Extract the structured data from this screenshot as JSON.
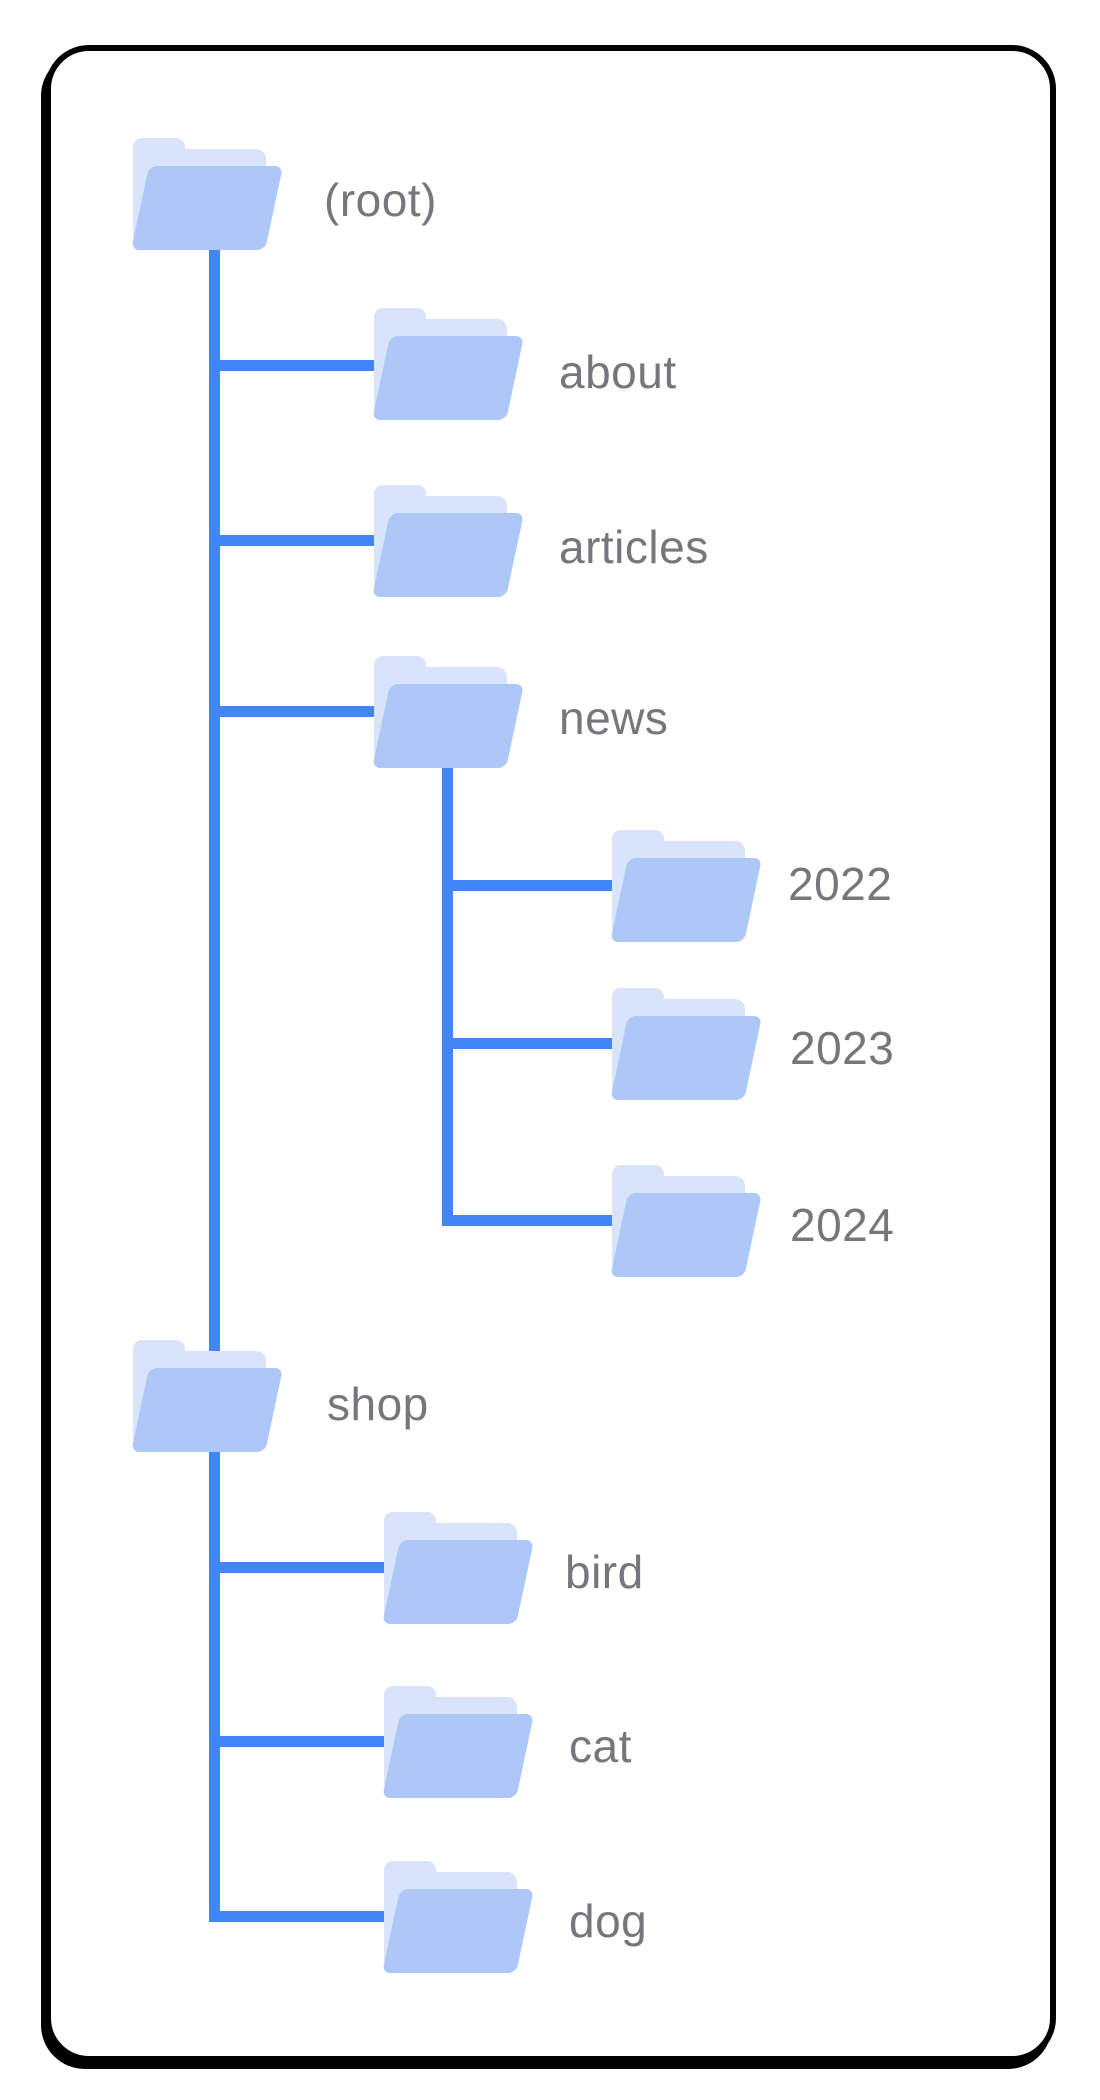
{
  "diagram": {
    "kind": "folder-tree",
    "description": "Website directory structure diagram with folder icons connected by tree lines"
  },
  "tree": {
    "nodes": [
      {
        "id": "root",
        "label": "(root)",
        "parent": null,
        "children": [
          "about",
          "articles",
          "news",
          "shop"
        ]
      },
      {
        "id": "about",
        "label": "about",
        "parent": "root",
        "children": []
      },
      {
        "id": "articles",
        "label": "articles",
        "parent": "root",
        "children": []
      },
      {
        "id": "news",
        "label": "news",
        "parent": "root",
        "children": [
          "2022",
          "2023",
          "2024"
        ]
      },
      {
        "id": "y2022",
        "label": "2022",
        "parent": "news",
        "children": []
      },
      {
        "id": "y2023",
        "label": "2023",
        "parent": "news",
        "children": []
      },
      {
        "id": "y2024",
        "label": "2024",
        "parent": "news",
        "children": []
      },
      {
        "id": "shop",
        "label": "shop",
        "parent": "root",
        "children": [
          "bird",
          "cat",
          "dog"
        ]
      },
      {
        "id": "bird",
        "label": "bird",
        "parent": "shop",
        "children": []
      },
      {
        "id": "cat",
        "label": "cat",
        "parent": "shop",
        "children": []
      },
      {
        "id": "dog",
        "label": "dog",
        "parent": "shop",
        "children": []
      }
    ]
  },
  "colors": {
    "background": "#ffffff",
    "card_background": "#ffffff",
    "card_border": "#000000",
    "connector": "#4285f4",
    "folder_front": "#adc8f7",
    "folder_back": "#d9e4fb",
    "label_text": "#75777b"
  }
}
